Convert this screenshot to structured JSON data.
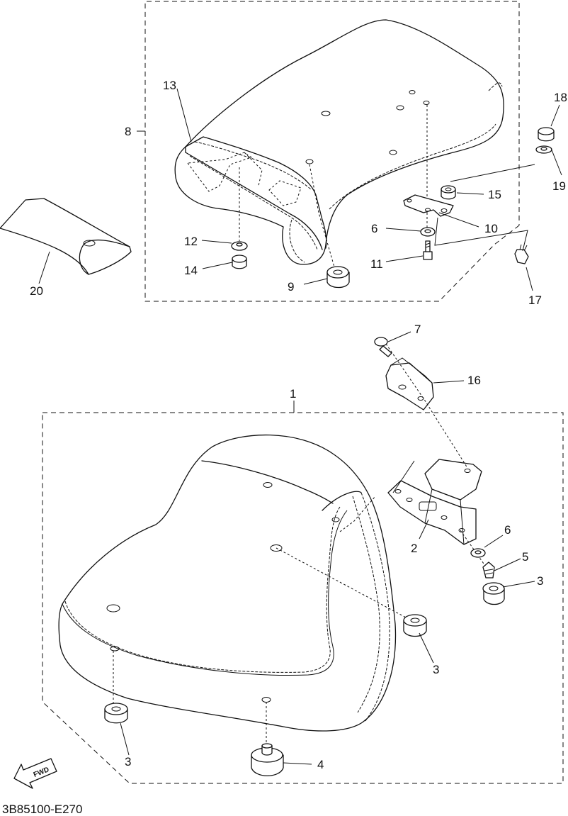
{
  "drawing_code": "3B85100-E270",
  "direction_marker": "FWD",
  "callouts": {
    "c1": "1",
    "c2": "2",
    "c3a": "3",
    "c3b": "3",
    "c3c": "3",
    "c4": "4",
    "c5": "5",
    "c6a": "6",
    "c6b": "6",
    "c7": "7",
    "c8": "8",
    "c9": "9",
    "c10": "10",
    "c11": "11",
    "c12": "12",
    "c13": "13",
    "c14": "14",
    "c15": "15",
    "c16": "16",
    "c17": "17",
    "c18": "18",
    "c19": "19",
    "c20": "20"
  }
}
